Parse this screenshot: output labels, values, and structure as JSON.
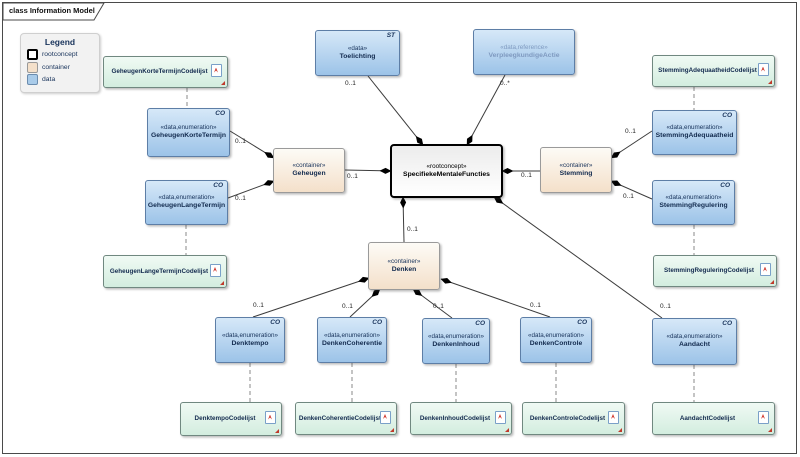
{
  "frame": {
    "tab_title": "class Information Model"
  },
  "legend": {
    "title": "Legend",
    "items": [
      {
        "label": "rootconcept",
        "swatch": "rootconcept"
      },
      {
        "label": "container",
        "swatch": "container"
      },
      {
        "label": "data",
        "swatch": "data"
      }
    ]
  },
  "colors": {
    "data_fill_top": "#d6e8f8",
    "data_fill_bottom": "#9cc3e8",
    "data_border": "#5d7ea6",
    "container_fill": "#f4e0ca",
    "codelist_fill": "#d3eddf",
    "root_border": "#000000",
    "text_navy": "#17325a",
    "muted_text": "#7f9ac0"
  },
  "nodes": {
    "root": {
      "stereotype": "«rootconcept»",
      "name": "SpecifiekeMentaleFuncties"
    },
    "toelichting": {
      "stereotype": "«data»",
      "name": "Toelichting",
      "corner": "ST"
    },
    "verpleegkundige_actie": {
      "stereotype": "«data,reference»",
      "name": "VerpleegkundigeActie"
    },
    "geheugen": {
      "stereotype": "«container»",
      "name": "Geheugen"
    },
    "stemming": {
      "stereotype": "«container»",
      "name": "Stemming"
    },
    "denken": {
      "stereotype": "«container»",
      "name": "Denken"
    },
    "geheugen_korte_termijn": {
      "stereotype": "«data,enumeration»",
      "name": "GeheugenKorteTermijn",
      "corner": "CO"
    },
    "geheugen_lange_termijn": {
      "stereotype": "«data,enumeration»",
      "name": "GeheugenLangeTermijn",
      "corner": "CO"
    },
    "stemming_adequaatheid": {
      "stereotype": "«data,enumeration»",
      "name": "StemmingAdequaatheid",
      "corner": "CO"
    },
    "stemming_regulering": {
      "stereotype": "«data,enumeration»",
      "name": "StemmingRegulering",
      "corner": "CO"
    },
    "denktempo": {
      "stereotype": "«data,enumeration»",
      "name": "Denktempo",
      "corner": "CO"
    },
    "denken_coherentie": {
      "stereotype": "«data,enumeration»",
      "name": "DenkenCoherentie",
      "corner": "CO"
    },
    "denken_inhoud": {
      "stereotype": "«data,enumeration»",
      "name": "DenkenInhoud",
      "corner": "CO"
    },
    "denken_controle": {
      "stereotype": "«data,enumeration»",
      "name": "DenkenControle",
      "corner": "CO"
    },
    "aandacht": {
      "stereotype": "«data,enumeration»",
      "name": "Aandacht",
      "corner": "CO"
    }
  },
  "codelists": {
    "geheugen_korte_termijn": {
      "name": "GeheugenKorteTermijnCodelijst"
    },
    "geheugen_lange_termijn": {
      "name": "GeheugenLangeTermijnCodelijst"
    },
    "stemming_adequaatheid": {
      "name": "StemmingAdequaatheidCodelijst"
    },
    "stemming_regulering": {
      "name": "StemmingReguleringCodelijst"
    },
    "denktempo": {
      "name": "DenktempoCodelijst"
    },
    "denken_coherentie": {
      "name": "DenkenCoherentieCodelijst"
    },
    "denken_inhoud": {
      "name": "DenkenInhoudCodelijst"
    },
    "denken_controle": {
      "name": "DenkenControleCodelijst"
    },
    "aandacht": {
      "name": "AandachtCodelijst"
    }
  },
  "multiplicities": [
    {
      "text": "0..1",
      "relation": "root-toelichting"
    },
    {
      "text": "0..*",
      "relation": "root-verpleegkundige_actie"
    },
    {
      "text": "0..1",
      "relation": "geheugen-geheugen_korte_termijn"
    },
    {
      "text": "0..1",
      "relation": "geheugen-geheugen_lange_termijn"
    },
    {
      "text": "0..1",
      "relation": "root-geheugen"
    },
    {
      "text": "0..1",
      "relation": "root-stemming"
    },
    {
      "text": "0..1",
      "relation": "stemming-stemming_adequaatheid"
    },
    {
      "text": "0..1",
      "relation": "stemming-stemming_regulering"
    },
    {
      "text": "0..1",
      "relation": "root-denken"
    },
    {
      "text": "0..1",
      "relation": "denken-denktempo"
    },
    {
      "text": "0..1",
      "relation": "denken-denken_coherentie"
    },
    {
      "text": "0..1",
      "relation": "denken-denken_inhoud"
    },
    {
      "text": "0..1",
      "relation": "denken-denken_controle"
    },
    {
      "text": "0..1",
      "relation": "root-aandacht"
    }
  ]
}
